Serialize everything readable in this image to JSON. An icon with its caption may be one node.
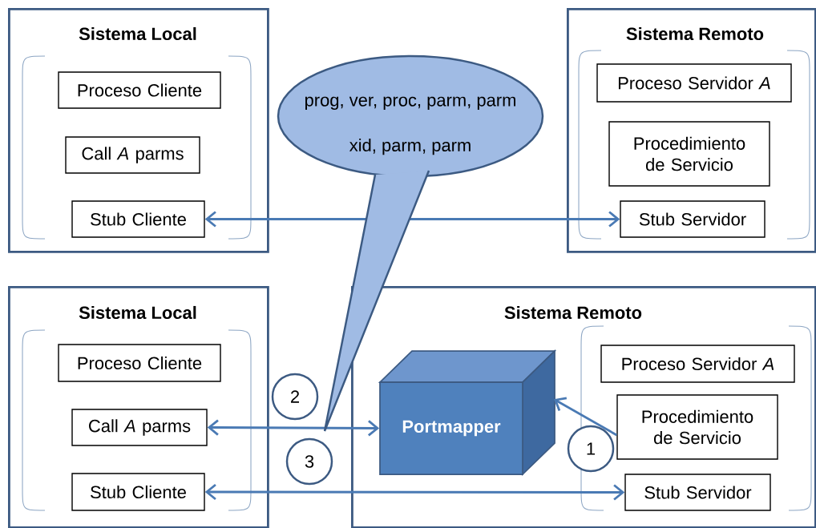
{
  "diagram": {
    "nodes": [
      {
        "text": [
          "Sistema Local"
        ]
      },
      {
        "text": [
          "Proceso Cliente"
        ],
        "in": 0
      },
      {
        "text": [
          "Call *A* parms"
        ],
        "in": 0
      },
      {
        "text": [
          "Stub Cliente"
        ],
        "in": 0
      },
      {
        "text": [
          "Sistema Remoto"
        ]
      },
      {
        "text": [
          "Proceso Servidor *A*"
        ],
        "in": 4
      },
      {
        "text": [
          "Procedimiento de Servicio"
        ],
        "in": 4
      },
      {
        "text": [
          "Stub Servidor"
        ],
        "in": 4
      },
      {
        "text": [
          "prog, ver, proc, parm, parm",
          "xid, parm, parm"
        ]
      },
      {
        "text": [
          "Sistema Local"
        ]
      },
      {
        "text": [
          "Proceso Cliente"
        ],
        "in": 9
      },
      {
        "text": [
          "Call *A* parms"
        ],
        "in": 9
      },
      {
        "text": [
          "Stub Cliente"
        ],
        "in": 9
      },
      {
        "text": [
          "Sistema Remoto"
        ]
      },
      {
        "text": [
          "Portmapper"
        ],
        "in": 13
      },
      {
        "text": [
          "Proceso Servidor *A*"
        ],
        "in": 13
      },
      {
        "text": [
          "Procedimiento de Servicio"
        ],
        "in": 13
      },
      {
        "text": [
          "Stub Servidor"
        ],
        "in": 13
      },
      {
        "text": [
          "1"
        ],
        "in": 13
      },
      {
        "text": [
          "2"
        ]
      },
      {
        "text": [
          "3"
        ]
      }
    ],
    "edges": [
      {
        "from": 3,
        "to": 7,
        "arrow": "both"
      },
      {
        "from": 11,
        "to": 14,
        "arrow": "both"
      },
      {
        "from": 12,
        "to": 17,
        "arrow": "both"
      },
      {
        "from": 16,
        "to": 14,
        "arrow": "to"
      }
    ]
  }
}
